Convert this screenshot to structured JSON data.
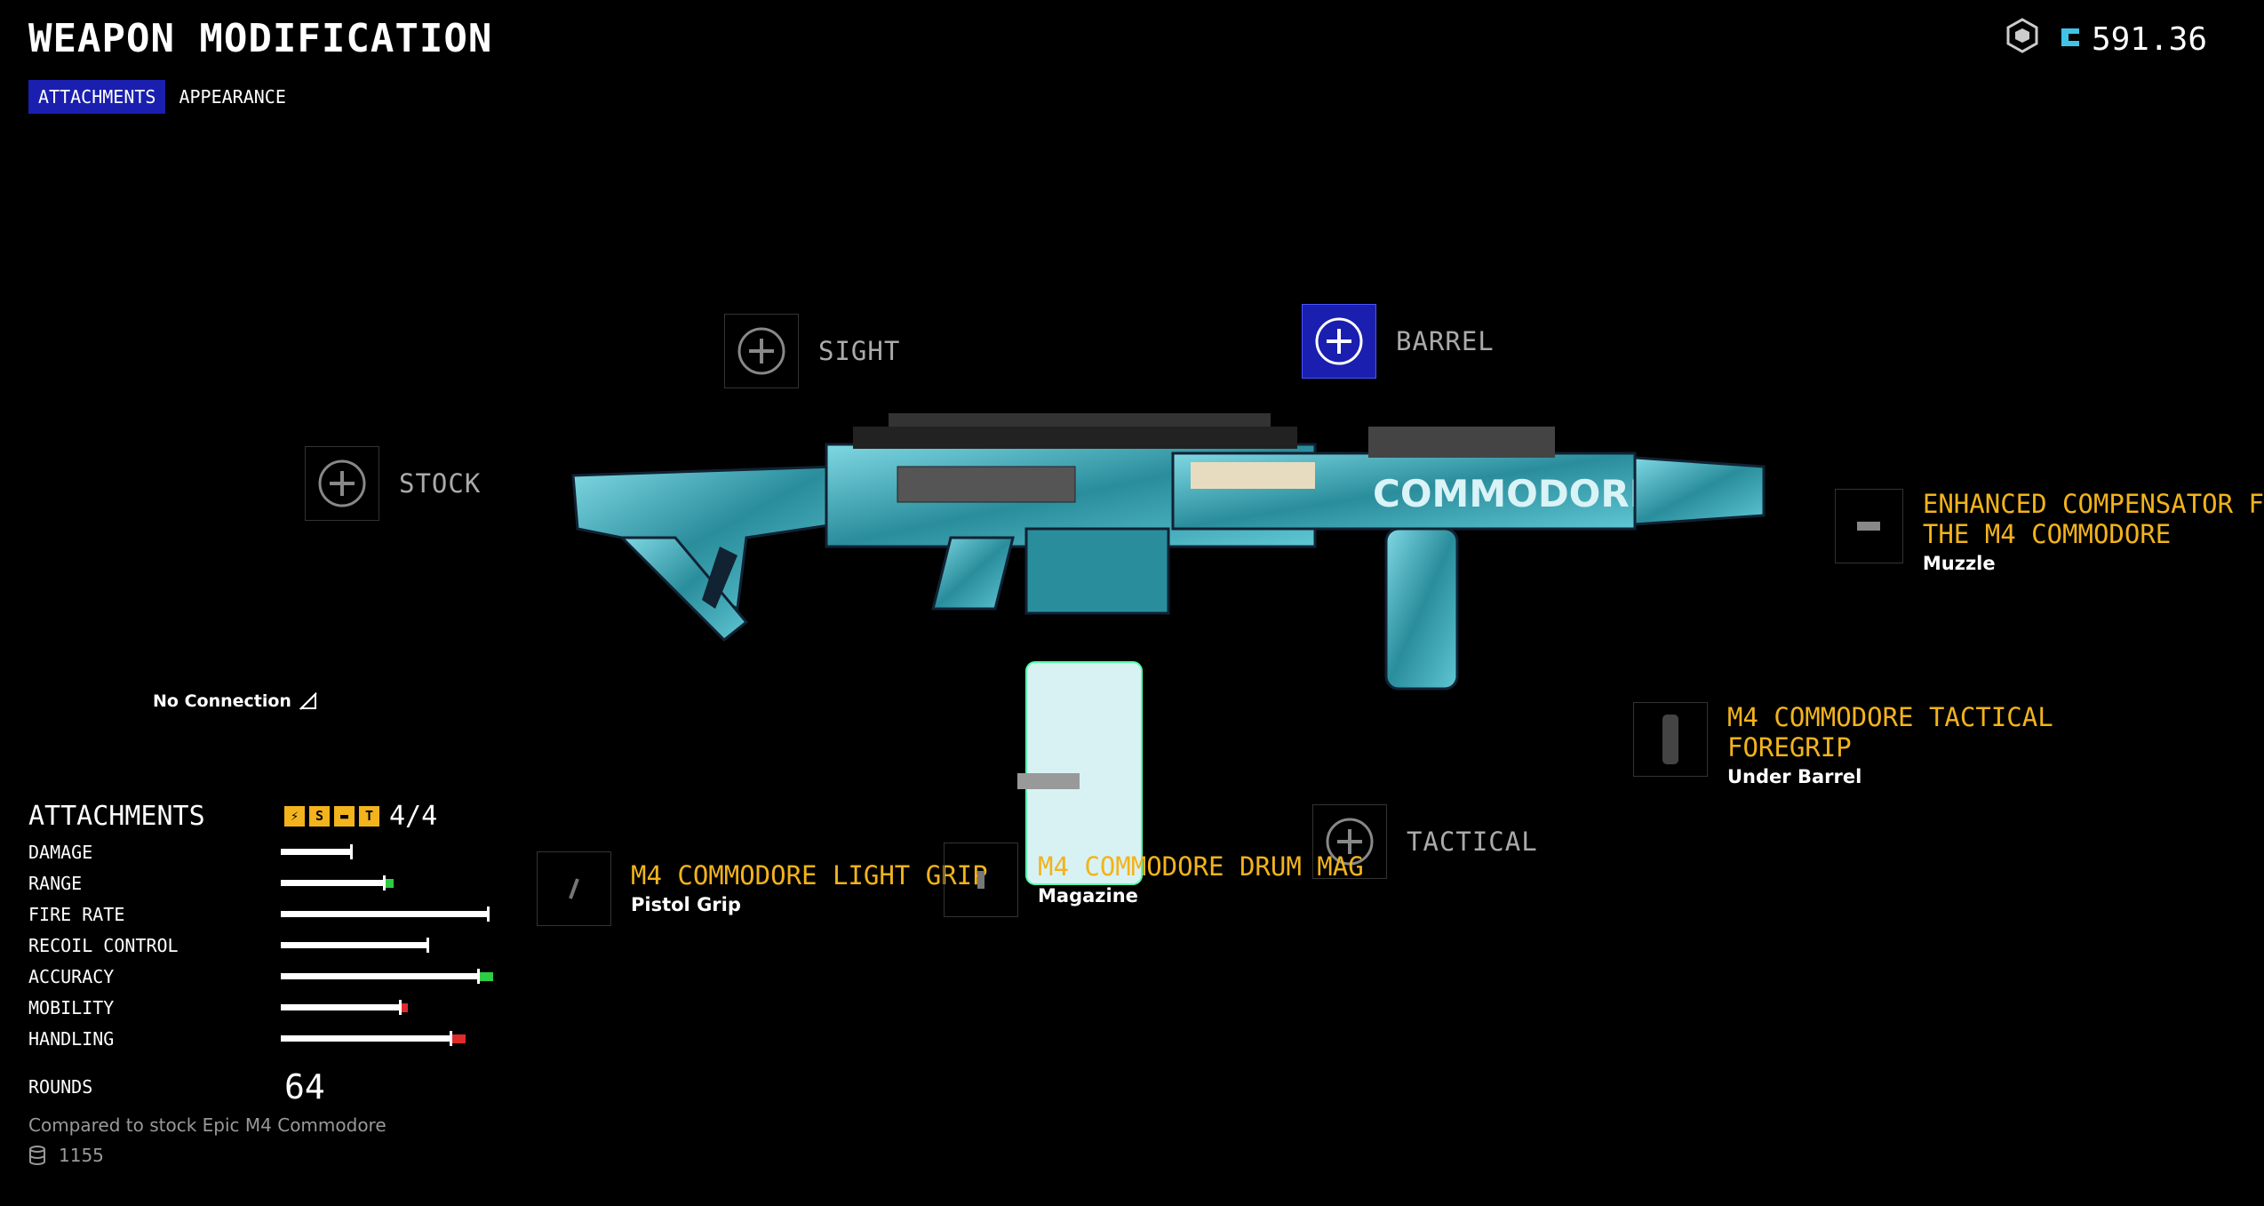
{
  "header": {
    "title": "WEAPON MODIFICATION"
  },
  "tabs": [
    {
      "label": "ATTACHMENTS"
    },
    {
      "label": "APPEARANCE"
    }
  ],
  "currency": {
    "amount": "591.36"
  },
  "slots": {
    "sight": "SIGHT",
    "barrel": "BARREL",
    "stock": "STOCK",
    "tactical": "TACTICAL"
  },
  "attachments": {
    "muzzle": {
      "name_line1": "ENHANCED COMPENSATOR F",
      "name_line2": "THE M4 COMMODORE",
      "type": "Muzzle"
    },
    "underbarrel": {
      "name_line1": "M4 COMMODORE TACTICAL",
      "name_line2": "FOREGRIP",
      "type": "Under Barrel"
    },
    "pistol_grip": {
      "name": "M4 COMMODORE LIGHT GRIP",
      "type": "Pistol Grip"
    },
    "magazine": {
      "name": "M4 COMMODORE DRUM MAG",
      "type": "Magazine"
    }
  },
  "connection": {
    "status": "No Connection"
  },
  "stats": {
    "heading": "ATTACHMENTS",
    "count": "4/4",
    "badges": [
      "⚡",
      "S",
      "▬",
      "T"
    ],
    "rows": [
      {
        "name": "DAMAGE",
        "base": 0.31,
        "delta": 0,
        "delta_color": ""
      },
      {
        "name": "RANGE",
        "base": 0.45,
        "delta": 0.04,
        "delta_color": "#2ecc40"
      },
      {
        "name": "FIRE RATE",
        "base": 0.9,
        "delta": 0,
        "delta_color": ""
      },
      {
        "name": "RECOIL CONTROL",
        "base": 0.64,
        "delta": 0,
        "delta_color": ""
      },
      {
        "name": "ACCURACY",
        "base": 0.86,
        "delta": 0.06,
        "delta_color": "#2ecc40"
      },
      {
        "name": "MOBILITY",
        "base": 0.52,
        "delta": 0.03,
        "delta_color": "#e02b2b"
      },
      {
        "name": "HANDLING",
        "base": 0.74,
        "delta": 0.06,
        "delta_color": "#e02b2b"
      }
    ],
    "rounds_label": "ROUNDS",
    "rounds_value": "64",
    "compare_text": "Compared to stock Epic M4 Commodore",
    "cost": "1155"
  },
  "colors": {
    "accent_blue": "#1a1fb0",
    "attachment_gold": "#f2b31c",
    "buff": "#2ecc40",
    "nerf": "#e02b2b"
  }
}
